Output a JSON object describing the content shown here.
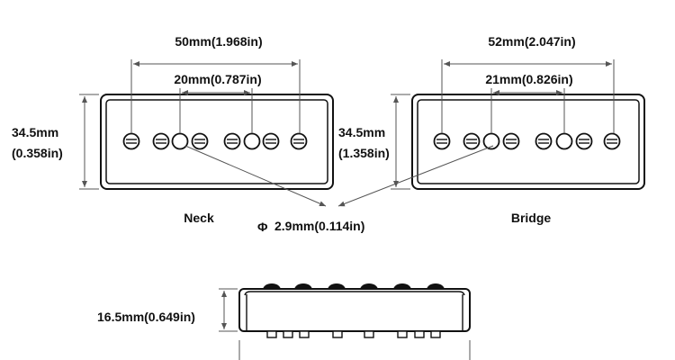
{
  "neck": {
    "label": "Neck",
    "outer_width": "50mm(1.968in)",
    "inner_width": "20mm(0.787in)",
    "height_mm": "34.5mm",
    "height_in": "(0.358in)"
  },
  "bridge": {
    "label": "Bridge",
    "outer_width": "52mm(2.047in)",
    "inner_width": "21mm(0.826in)",
    "height_mm": "34.5mm",
    "height_in": "(1.358in)"
  },
  "pole": {
    "symbol": "Φ",
    "diameter": "2.9mm(0.114in)"
  },
  "side": {
    "height": "16.5mm(0.649in)"
  },
  "colors": {
    "line": "#111111",
    "dim": "#555555"
  }
}
